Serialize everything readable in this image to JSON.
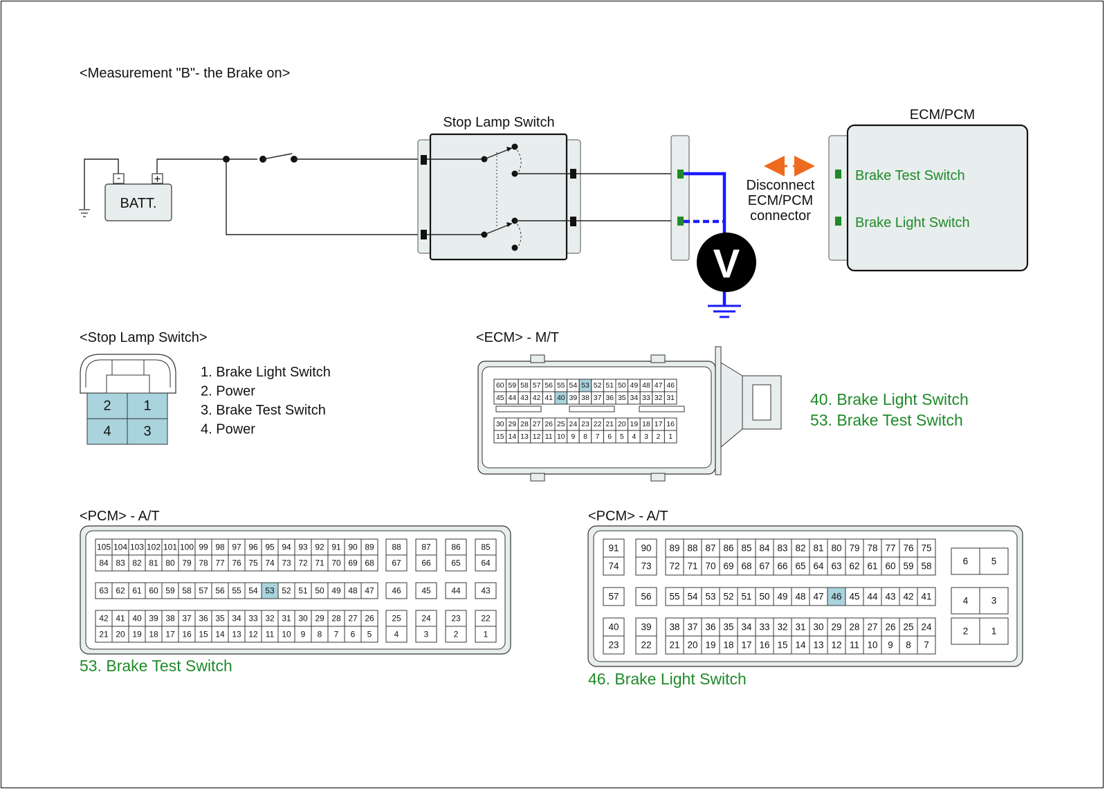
{
  "title": "<Measurement \"B\"- the Brake on>",
  "battery": {
    "label": "BATT.",
    "minus": "-",
    "plus": "+"
  },
  "stop_lamp_switch_block": {
    "label": "Stop Lamp Switch"
  },
  "ecm_pcm_block": {
    "label": "ECM/PCM",
    "pin_upper": "Brake Test Switch",
    "pin_lower": "Brake Light Switch"
  },
  "disconnect_note": {
    "line1": "Disconnect",
    "line2": "ECM/PCM",
    "line3": "connector"
  },
  "voltmeter": {
    "symbol": "V"
  },
  "stop_lamp_connector": {
    "heading": "<Stop Lamp Switch>",
    "pins": [
      {
        "row": [
          "2",
          "1"
        ]
      },
      {
        "row": [
          "4",
          "3"
        ]
      }
    ],
    "legend": [
      "1. Brake Light Switch",
      "2. Power",
      "3. Brake Test Switch",
      "4. Power"
    ]
  },
  "ecm_mt": {
    "heading": "<ECM> - M/T",
    "rows": [
      [
        "60",
        "59",
        "58",
        "57",
        "56",
        "55",
        "54",
        "53",
        "52",
        "51",
        "50",
        "49",
        "48",
        "47",
        "46"
      ],
      [
        "45",
        "44",
        "43",
        "42",
        "41",
        "40",
        "39",
        "38",
        "37",
        "36",
        "35",
        "34",
        "33",
        "32",
        "31"
      ],
      [
        "30",
        "29",
        "28",
        "27",
        "26",
        "25",
        "24",
        "23",
        "22",
        "21",
        "20",
        "19",
        "18",
        "17",
        "16"
      ],
      [
        "15",
        "14",
        "13",
        "12",
        "11",
        "10",
        "9",
        "8",
        "7",
        "6",
        "5",
        "4",
        "3",
        "2",
        "1"
      ]
    ],
    "highlight": [
      "53",
      "40"
    ],
    "notes": [
      "40. Brake Light Switch",
      "53. Brake Test Switch"
    ]
  },
  "pcm_at_left": {
    "heading": "<PCM> - A/T",
    "main_rows": [
      [
        "105",
        "104",
        "103",
        "102",
        "101",
        "100",
        "99",
        "98",
        "97",
        "96",
        "95",
        "94",
        "93",
        "92",
        "91",
        "90",
        "89"
      ],
      [
        "84",
        "83",
        "82",
        "81",
        "80",
        "79",
        "78",
        "77",
        "76",
        "75",
        "74",
        "73",
        "72",
        "71",
        "70",
        "69",
        "68"
      ],
      [
        "63",
        "62",
        "61",
        "60",
        "59",
        "58",
        "57",
        "56",
        "55",
        "54",
        "53",
        "52",
        "51",
        "50",
        "49",
        "48",
        "47"
      ],
      [
        "42",
        "41",
        "40",
        "39",
        "38",
        "37",
        "36",
        "35",
        "34",
        "33",
        "32",
        "31",
        "30",
        "29",
        "28",
        "27",
        "26"
      ],
      [
        "21",
        "20",
        "19",
        "18",
        "17",
        "16",
        "15",
        "14",
        "13",
        "12",
        "11",
        "10",
        "9",
        "8",
        "7",
        "6",
        "5"
      ]
    ],
    "side_rows": [
      [
        "88",
        "87",
        "86",
        "85"
      ],
      [
        "67",
        "66",
        "65",
        "64"
      ],
      [
        "46",
        "45",
        "44",
        "43"
      ],
      [
        "25",
        "24",
        "23",
        "22"
      ],
      [
        "4",
        "3",
        "2",
        "1"
      ]
    ],
    "highlight": [
      "53"
    ],
    "note": "53. Brake Test Switch"
  },
  "pcm_at_right": {
    "heading": "<PCM> - A/T",
    "left_rows": [
      [
        "91",
        "90"
      ],
      [
        "74",
        "73"
      ],
      [
        "57",
        "56"
      ],
      [
        "40",
        "39"
      ],
      [
        "23",
        "22"
      ]
    ],
    "main_rows": [
      [
        "89",
        "88",
        "87",
        "86",
        "85",
        "84",
        "83",
        "82",
        "81",
        "80",
        "79",
        "78",
        "77",
        "76",
        "75"
      ],
      [
        "72",
        "71",
        "70",
        "69",
        "68",
        "67",
        "66",
        "65",
        "64",
        "63",
        "62",
        "61",
        "60",
        "59",
        "58"
      ],
      [
        "55",
        "54",
        "53",
        "52",
        "51",
        "50",
        "49",
        "48",
        "47",
        "46",
        "45",
        "44",
        "43",
        "42",
        "41"
      ],
      [
        "38",
        "37",
        "36",
        "35",
        "34",
        "33",
        "32",
        "31",
        "30",
        "29",
        "28",
        "27",
        "26",
        "25",
        "24"
      ],
      [
        "21",
        "20",
        "19",
        "18",
        "17",
        "16",
        "15",
        "14",
        "13",
        "12",
        "11",
        "10",
        "9",
        "8",
        "7"
      ]
    ],
    "right_rows": [
      [
        "6",
        "5"
      ],
      [
        "4",
        "3"
      ],
      [
        "2",
        "1"
      ]
    ],
    "highlight": [
      "46"
    ],
    "note": "46. Brake Light Switch"
  },
  "colors": {
    "wire": "#222222",
    "probe": "#1a1aff",
    "accent_arrow": "#ee6a1e",
    "green_text": "#1e8a28",
    "pin_terminal": "#1e8a28",
    "connector_fill": "#e8eded",
    "pin_highlight": "#a9d3dd"
  }
}
